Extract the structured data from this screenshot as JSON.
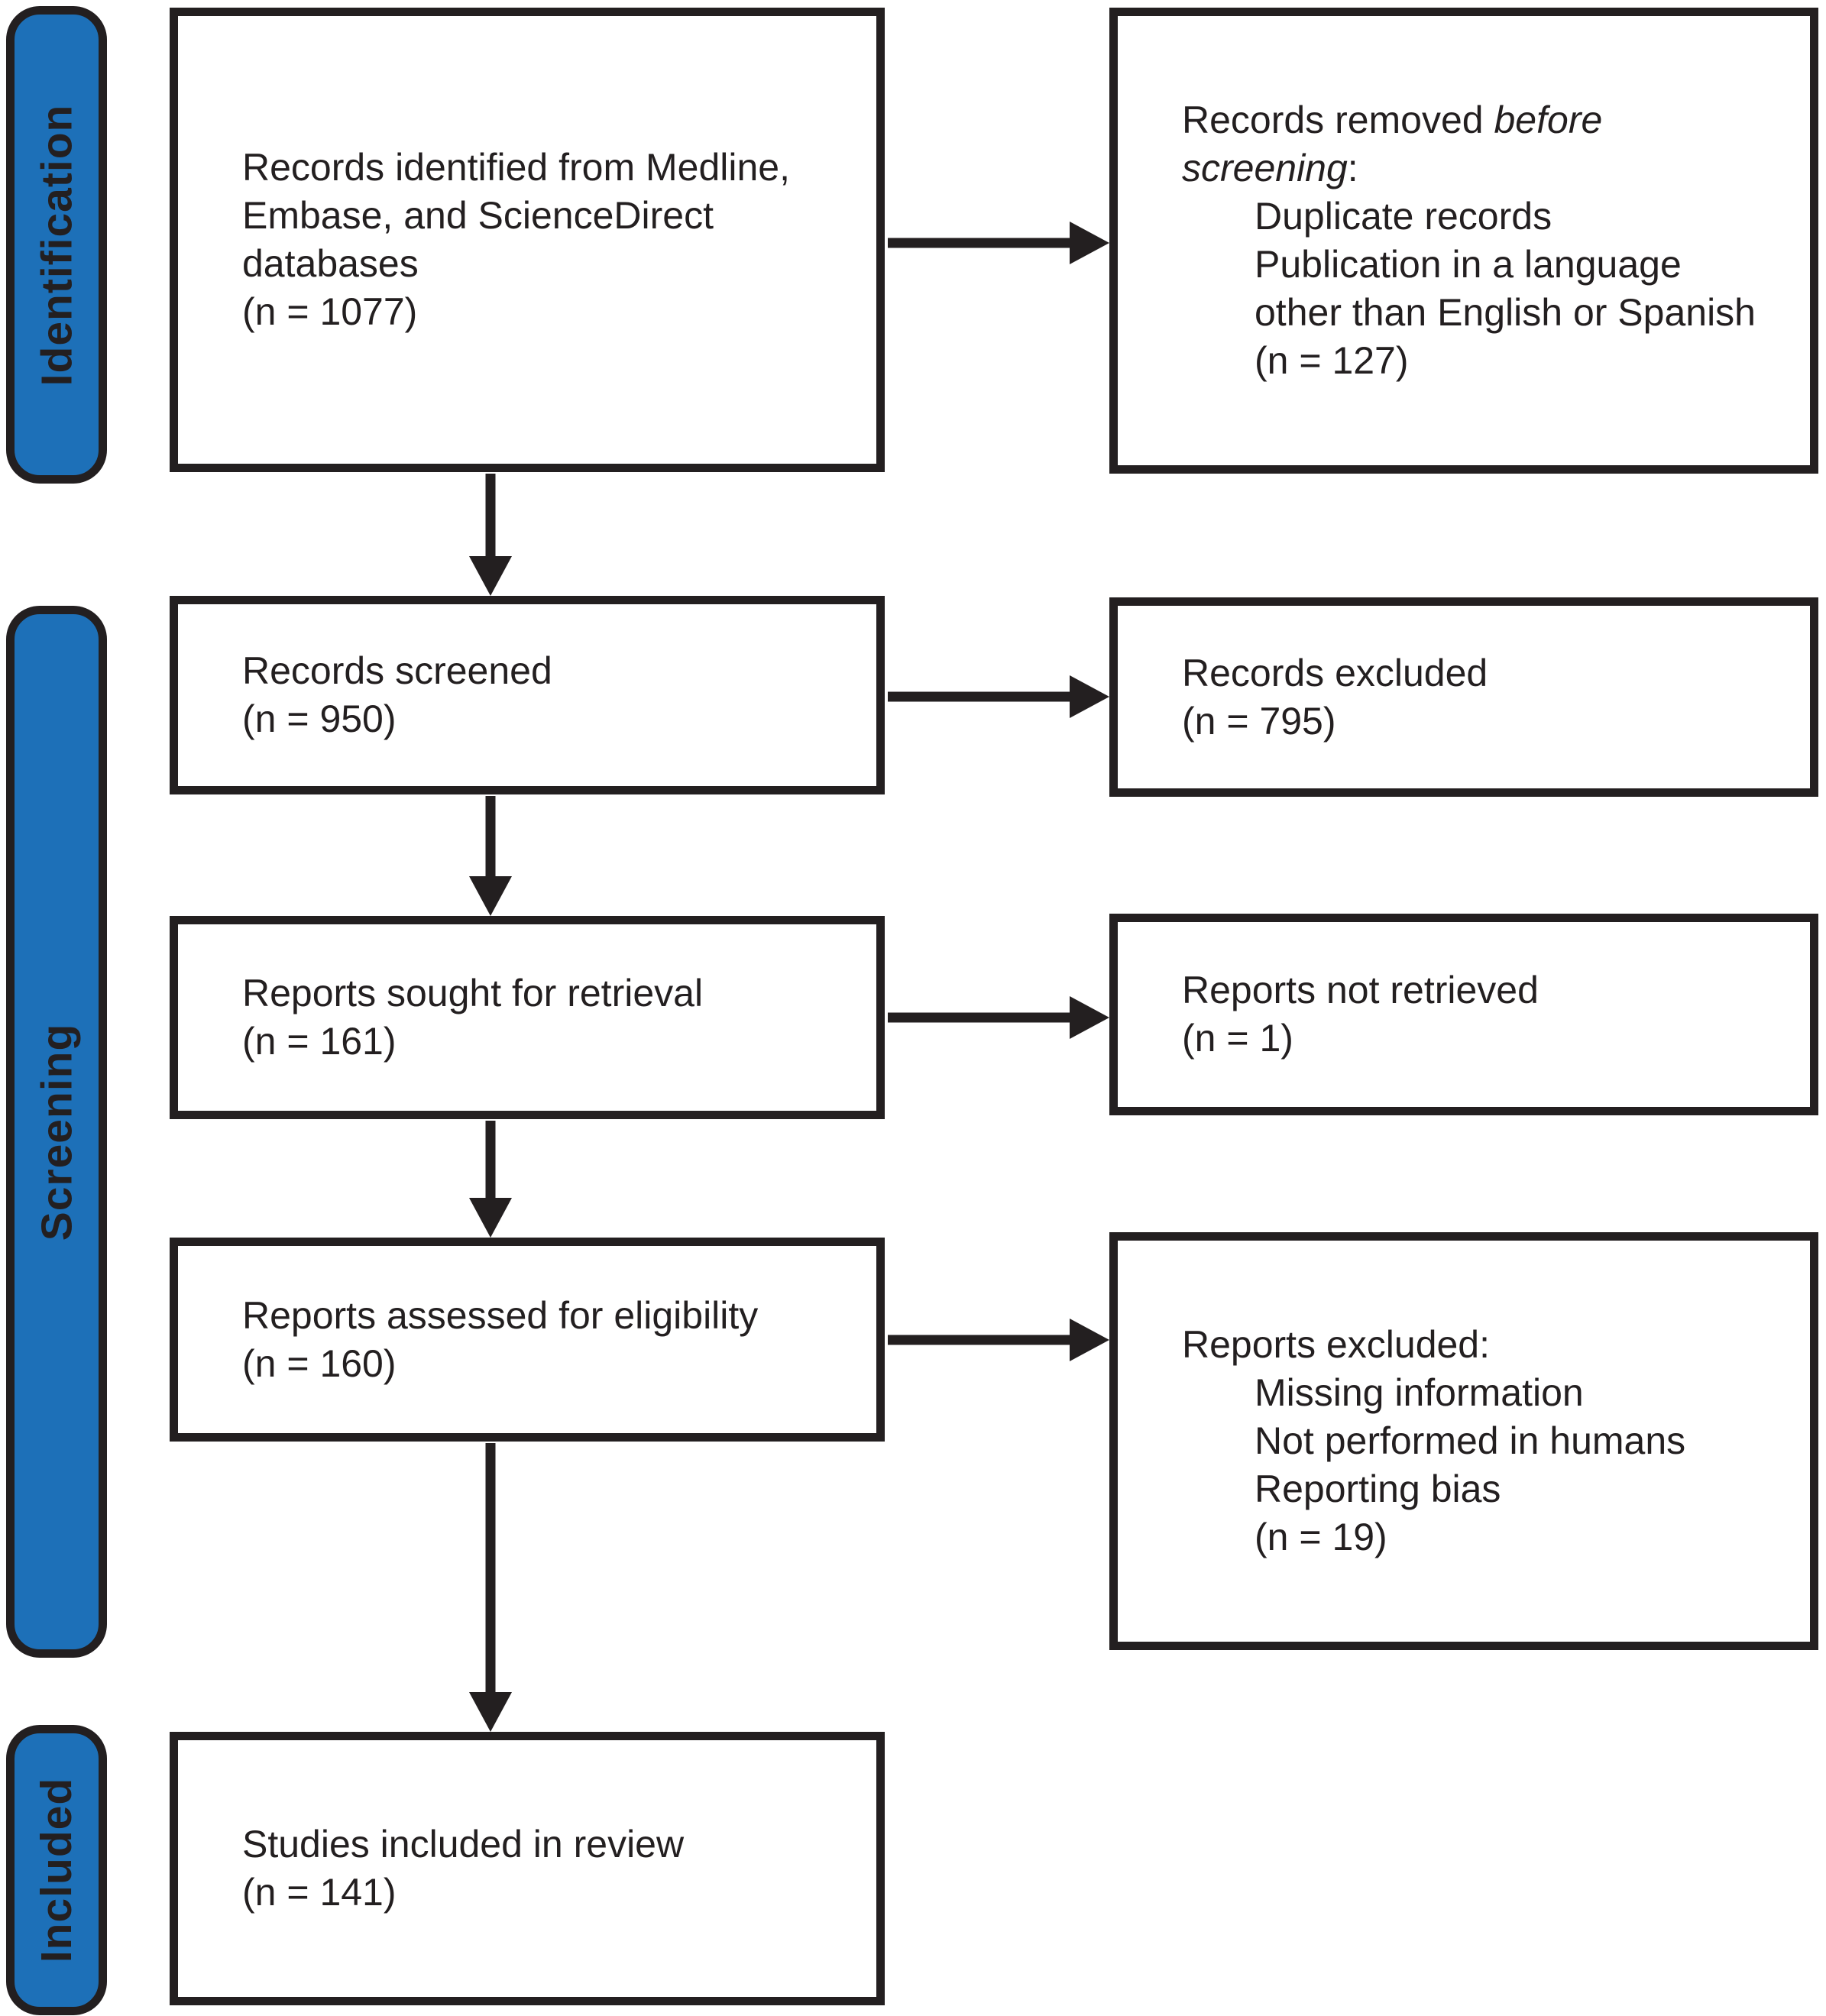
{
  "colors": {
    "stage_fill": "#1d70b8",
    "ink": "#231f20",
    "background": "#ffffff"
  },
  "stages": {
    "identification": "Identification",
    "screening": "Screening",
    "included": "Included"
  },
  "boxes": {
    "identified": {
      "lines": [
        "Records identified from Medline,",
        "Embase, and ScienceDirect",
        "databases",
        "(n = 1077)"
      ]
    },
    "removed": {
      "intro_normal": "Records removed ",
      "intro_italic": "before screening",
      "intro_suffix": ":",
      "reasons": [
        "Duplicate records",
        "Publication in a language other than English or Spanish"
      ],
      "count": "(n = 127)"
    },
    "screened": {
      "lines": [
        "Records screened",
        "(n = 950)"
      ]
    },
    "excluded": {
      "lines": [
        "Records excluded",
        "(n = 795)"
      ]
    },
    "sought": {
      "lines": [
        "Reports sought for retrieval",
        "(n = 161)"
      ]
    },
    "not_retrieved": {
      "lines": [
        "Reports not retrieved",
        "(n = 1)"
      ]
    },
    "assessed": {
      "lines": [
        "Reports assessed for eligibility",
        "(n = 160)"
      ]
    },
    "reports_excluded": {
      "intro": "Reports excluded:",
      "reasons": [
        "Missing information",
        "Not performed in humans",
        "Reporting bias"
      ],
      "count": "(n = 19)"
    },
    "included_studies": {
      "lines": [
        "Studies included in review",
        "(n = 141)"
      ]
    }
  }
}
